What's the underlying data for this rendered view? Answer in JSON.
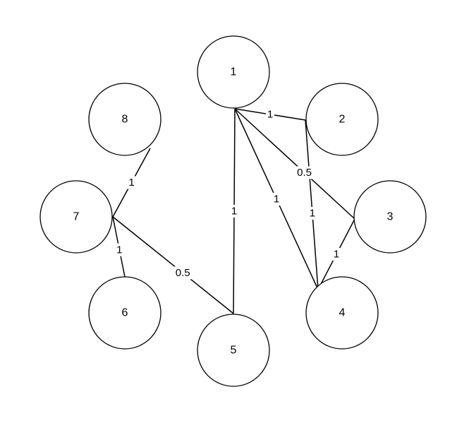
{
  "graph": {
    "nodes": [
      {
        "id": "1",
        "label": "1"
      },
      {
        "id": "2",
        "label": "2"
      },
      {
        "id": "3",
        "label": "3"
      },
      {
        "id": "4",
        "label": "4"
      },
      {
        "id": "5",
        "label": "5"
      },
      {
        "id": "6",
        "label": "6"
      },
      {
        "id": "7",
        "label": "7"
      },
      {
        "id": "8",
        "label": "8"
      }
    ],
    "edges": [
      {
        "source": "1",
        "target": "2",
        "weight": "1"
      },
      {
        "source": "1",
        "target": "3",
        "weight": "0.5"
      },
      {
        "source": "1",
        "target": "4",
        "weight": "1"
      },
      {
        "source": "1",
        "target": "5",
        "weight": "1"
      },
      {
        "source": "2",
        "target": "4",
        "weight": "1"
      },
      {
        "source": "3",
        "target": "4",
        "weight": "1"
      },
      {
        "source": "7",
        "target": "8",
        "weight": "1"
      },
      {
        "source": "7",
        "target": "6",
        "weight": "1"
      },
      {
        "source": "7",
        "target": "5",
        "weight": "0.5"
      }
    ]
  }
}
